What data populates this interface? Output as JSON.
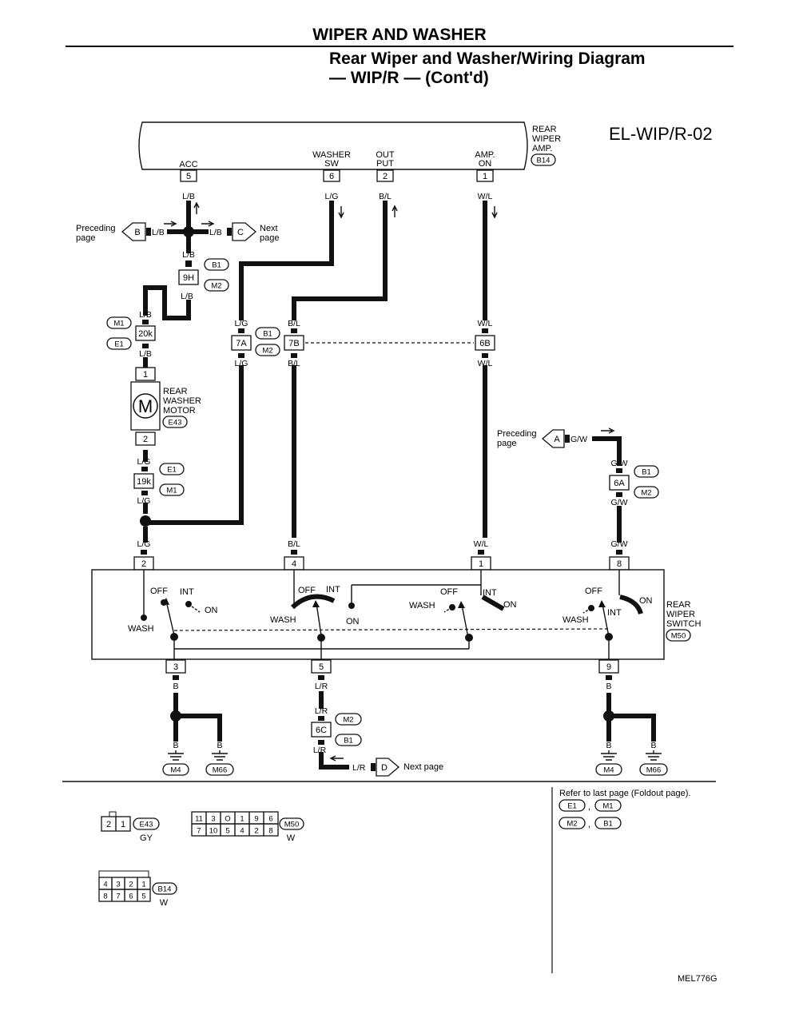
{
  "header": {
    "title": "WIPER AND WASHER",
    "subtitle_1": "Rear Wiper and Washer/Wiring Diagram",
    "subtitle_2": "— WIP/R — (Cont'd)",
    "diagram_code": "EL-WIP/R-02"
  },
  "amp": {
    "name_1": "REAR",
    "name_2": "WIPER",
    "name_3": "AMP.",
    "connector": "B14",
    "terminals": [
      {
        "label_1": "",
        "label_2": "ACC",
        "pin": "5",
        "wire": "L/B"
      },
      {
        "label_1": "WASHER",
        "label_2": "SW",
        "pin": "6",
        "wire": "L/G"
      },
      {
        "label_1": "OUT",
        "label_2": "PUT",
        "pin": "2",
        "wire": "B/L"
      },
      {
        "label_1": "AMP.",
        "label_2": "ON",
        "pin": "1",
        "wire": "W/L"
      }
    ]
  },
  "branch": {
    "preceding_1": "Preceding",
    "preceding_2": "page",
    "preceding_tag": "B",
    "next_1": "Next",
    "next_2": "page",
    "next_tag": "C",
    "wire_left": "L/B",
    "wire_right": "L/B",
    "wire_down": "L/B"
  },
  "joints": {
    "j9h": {
      "pin": "9H",
      "c1": "B1",
      "c2": "M2",
      "wire": "L/B"
    },
    "j20k": {
      "pin": "20k",
      "c1": "M1",
      "c2": "E1",
      "wire_top": "L/B",
      "wire_bottom": "L/B"
    },
    "j7": {
      "c1": "B1",
      "c2": "M2",
      "pin_a": "7A",
      "pin_b": "7B",
      "pin_c": "6B",
      "w_top_a": "L/G",
      "w_top_b": "B/L",
      "w_top_c": "W/L",
      "w_bot_a": "L/G",
      "w_bot_b": "B/L",
      "w_bot_c": "W/L"
    },
    "j19k": {
      "pin": "19k",
      "c1": "E1",
      "c2": "M1",
      "wire_top": "L/G",
      "wire_bottom": "L/G"
    },
    "j6a": {
      "pin": "6A",
      "c1": "B1",
      "c2": "M2",
      "wire_top": "G/W",
      "wire_bottom": "G/W"
    },
    "j6c": {
      "pin": "6C",
      "c1": "M2",
      "c2": "B1",
      "wire_top": "L/R",
      "wire_bottom": "L/R"
    }
  },
  "motor": {
    "name_1": "REAR",
    "name_2": "WASHER",
    "name_3": "MOTOR",
    "connector": "E43",
    "pin_top": "1",
    "pin_bottom": "2",
    "symbol": "M"
  },
  "preceding_a": {
    "text_1": "Preceding",
    "text_2": "page",
    "tag": "A",
    "wire": "G/W"
  },
  "switch": {
    "name_1": "REAR",
    "name_2": "WIPER",
    "name_3": "SWITCH",
    "connector": "M50",
    "pins_top": [
      "2",
      "4",
      "1",
      "8"
    ],
    "wires_top": [
      "L/G",
      "B/L",
      "W/L",
      "G/W"
    ],
    "pins_bottom": [
      "3",
      "5",
      "9"
    ],
    "sec1": {
      "off": "OFF",
      "int": "INT",
      "on": "ON",
      "wash": "WASH"
    },
    "sec2": {
      "off": "OFF",
      "int": "INT",
      "on": "ON",
      "wash": "WASH"
    },
    "sec3": {
      "off": "OFF",
      "int": "INT",
      "on": "ON",
      "wash": "WASH"
    },
    "sec4": {
      "off": "OFF",
      "int": "INT",
      "on": "ON",
      "wash": "WASH"
    }
  },
  "grounds": {
    "left": {
      "wire": "B",
      "wire_a": "B",
      "wire_b": "B",
      "g1": "M4",
      "g2": "M66"
    },
    "right": {
      "wire": "B",
      "wire_a": "B",
      "wire_b": "B",
      "g1": "M4",
      "g2": "M66"
    },
    "middle": {
      "wire": "L/R",
      "tag": "D",
      "next": "Next page",
      "wire_out": "L/R"
    }
  },
  "legend": {
    "e43": {
      "pins": [
        "2",
        "1"
      ],
      "connector": "E43",
      "color": "GY"
    },
    "m50": {
      "row1": [
        "11",
        "3",
        "O",
        "1",
        "9",
        "6"
      ],
      "row2": [
        "7",
        "10",
        "5",
        "4",
        "2",
        "8"
      ],
      "connector": "M50",
      "color": "W"
    },
    "b14": {
      "row1": [
        "4",
        "3",
        "2",
        "1"
      ],
      "row2": [
        "8",
        "7",
        "6",
        "5"
      ],
      "connector": "B14",
      "color": "W"
    },
    "refer": "Refer to last page (Foldout page).",
    "refer_refs": [
      "E1",
      "M1",
      "M2",
      "B1"
    ],
    "sep": ","
  },
  "figure_id": "MEL776G"
}
